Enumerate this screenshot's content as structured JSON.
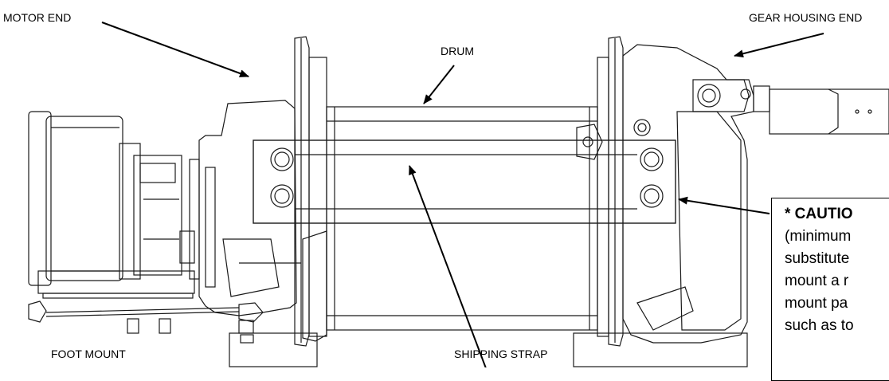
{
  "labels": {
    "motor_end": "MOTOR END",
    "gear_housing_end": "GEAR HOUSING END",
    "drum": "DRUM",
    "foot_mount": "FOOT MOUNT",
    "shipping_strap": "SHIPPING STRAP"
  },
  "caution": {
    "title": "* CAUTIO",
    "lines": [
      "(minimum",
      "substitute",
      "mount a r",
      "mount pa",
      "such as to"
    ]
  },
  "colors": {
    "line": "#1a1a1a",
    "background": "#ffffff"
  }
}
